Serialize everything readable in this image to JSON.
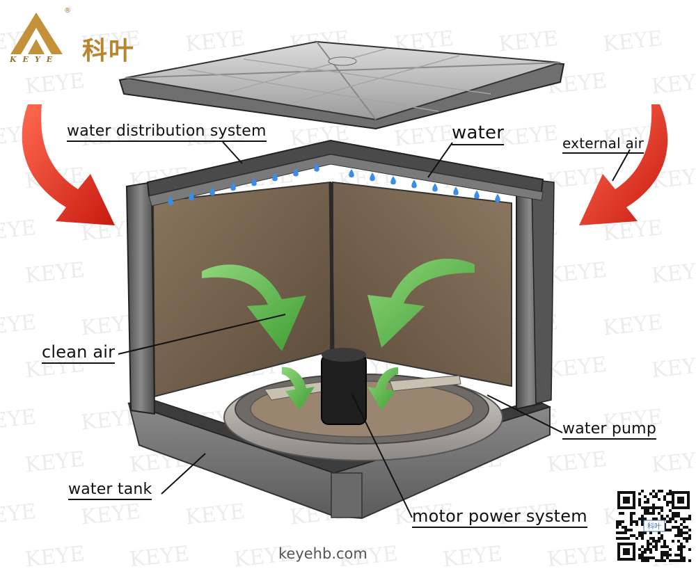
{
  "brand": {
    "name_cn": "科叶",
    "name_en": "KEYE",
    "registered_mark": "®",
    "gold_color": "#b8862e"
  },
  "watermark": {
    "text": "KEYE",
    "color": "#ececec"
  },
  "labels": {
    "water_distribution_system": "water distribution system",
    "water": "water",
    "external_air": "external air",
    "clean_air": "clean air",
    "water_pump": "water pump",
    "water_tank": "water tank",
    "motor_power_system": "motor power system"
  },
  "website": "keyehb.com",
  "qr": {
    "icon": "qr-code-icon",
    "center_text": "科叶"
  },
  "colors": {
    "external_air_arrow": "#e0281c",
    "clean_air_arrow": "#5cb84a",
    "water_drop": "#3a8ee8",
    "cooling_pad": "#6f5d4a",
    "frame": "#5a5a5a",
    "lid": "#b9b9b9"
  }
}
